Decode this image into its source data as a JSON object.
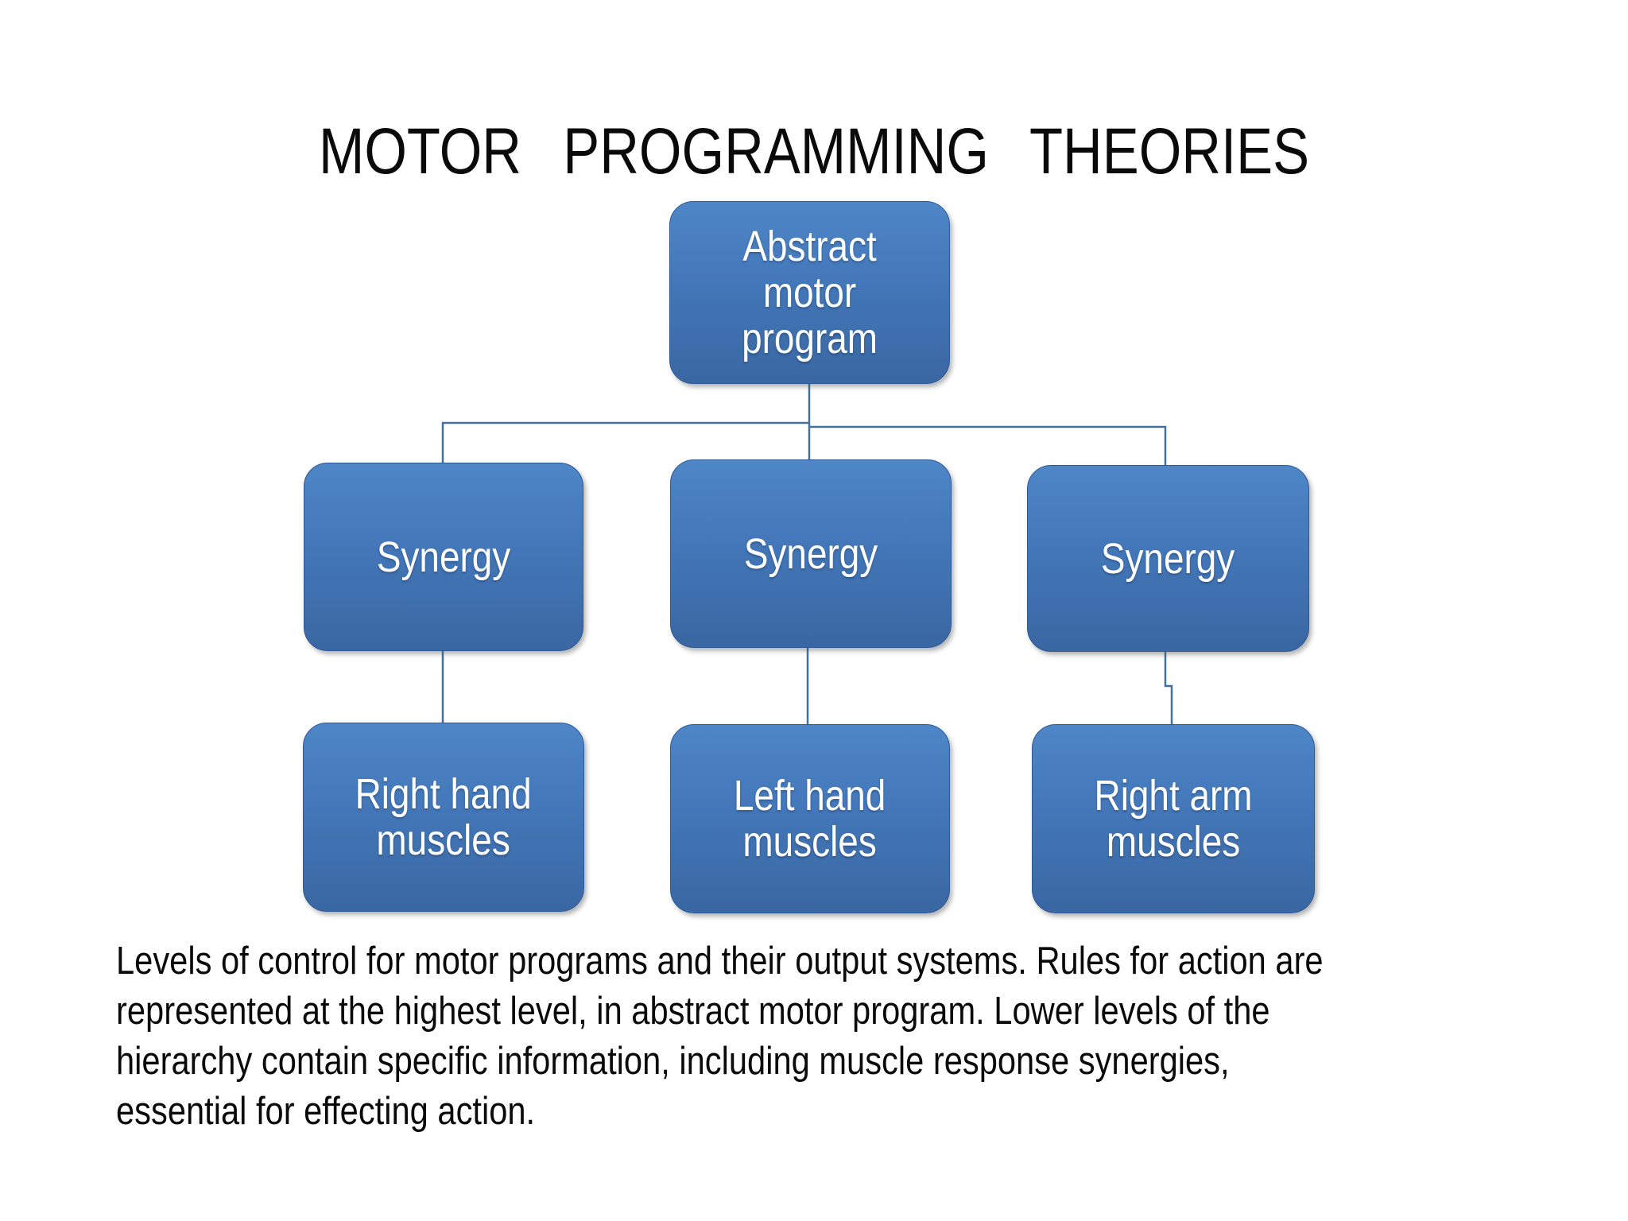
{
  "slide": {
    "title": "MOTOR PROGRAMMING THEORIES",
    "caption": "Levels of control for motor programs and their output systems. Rules for action are\nrepresented at the highest level, in abstract motor program. Lower levels of the\nhierarchy contain specific information, including muscle response synergies,\nessential for effecting action."
  },
  "diagram": {
    "root": {
      "label": "Abstract\nmotor\nprogram"
    },
    "level2": [
      {
        "label": "Synergy"
      },
      {
        "label": "Synergy"
      },
      {
        "label": "Synergy"
      }
    ],
    "level3": [
      {
        "label": "Right hand\nmuscles"
      },
      {
        "label": "Left hand\nmuscles"
      },
      {
        "label": "Right arm\nmuscles"
      }
    ],
    "colors": {
      "box_gradient_top": "#4e86c8",
      "box_gradient_bottom": "#3a67a2",
      "box_border": "#2d5a96",
      "box_text": "#ffffff",
      "connector": "#41719c",
      "title_text": "#0a0a0a",
      "background": "#ffffff"
    }
  }
}
